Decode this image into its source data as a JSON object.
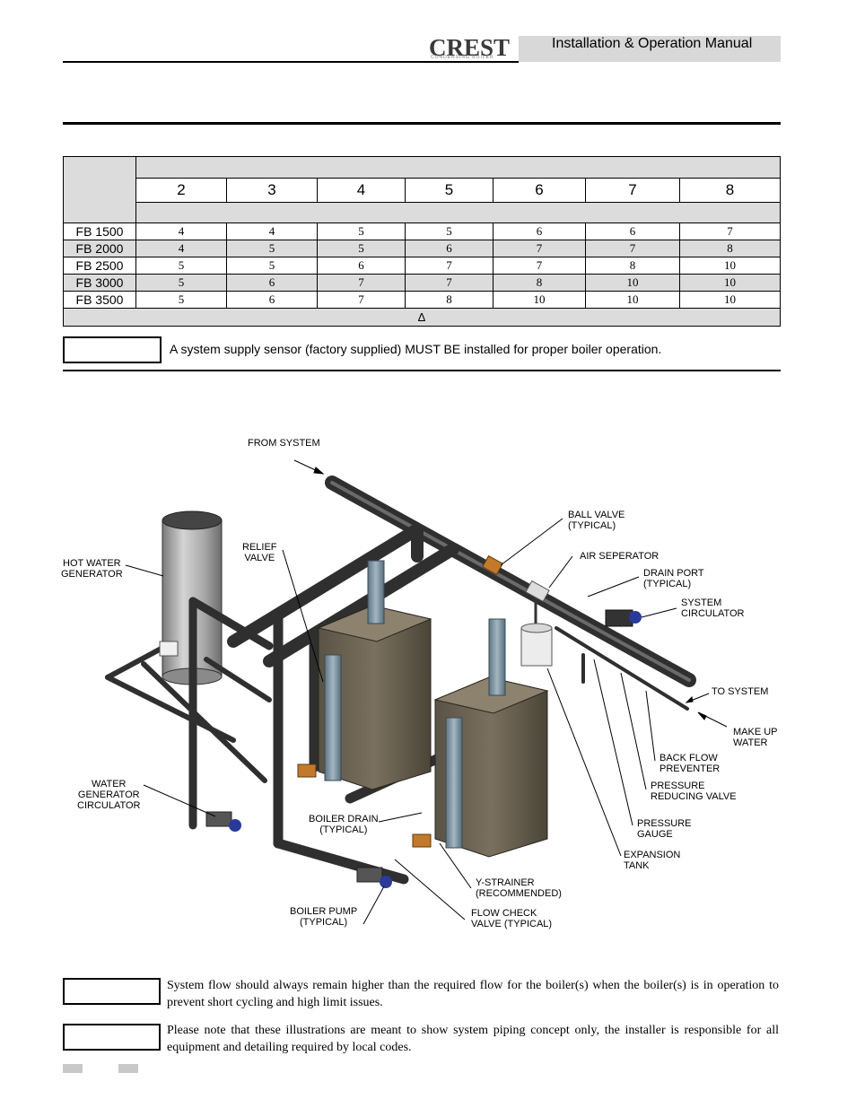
{
  "header": {
    "logo_text": "CREST",
    "logo_tagline": "CONDENSING BOILER",
    "manual_title": "Installation & Operation Manual"
  },
  "table": {
    "columns": [
      "2",
      "3",
      "4",
      "5",
      "6",
      "7",
      "8"
    ],
    "rows": [
      {
        "model": "FB 1500",
        "values": [
          "4",
          "4",
          "5",
          "5",
          "6",
          "6",
          "7"
        ]
      },
      {
        "model": "FB 2000",
        "values": [
          "4",
          "5",
          "5",
          "6",
          "7",
          "7",
          "8"
        ]
      },
      {
        "model": "FB 2500",
        "values": [
          "5",
          "5",
          "6",
          "7",
          "7",
          "8",
          "10"
        ]
      },
      {
        "model": "FB 3000",
        "values": [
          "5",
          "6",
          "7",
          "7",
          "8",
          "10",
          "10"
        ]
      },
      {
        "model": "FB 3500",
        "values": [
          "5",
          "6",
          "7",
          "8",
          "10",
          "10",
          "10"
        ]
      }
    ],
    "footer_symbol": "Δ"
  },
  "note_sensor": "A system supply sensor (factory supplied) MUST BE installed for proper boiler operation.",
  "diagram": {
    "labels": {
      "from_system": "FROM SYSTEM",
      "ball_valve": "BALL VALVE\n(TYPICAL)",
      "air_separator": "AIR SEPERATOR",
      "drain_port": "DRAIN PORT\n(TYPICAL)",
      "system_circulator": "SYSTEM\nCIRCULATOR",
      "to_system": "TO SYSTEM",
      "make_up_water": "MAKE UP\nWATER",
      "back_flow_preventer": "BACK FLOW\nPREVENTER",
      "pressure_reducing_valve": "PRESSURE\nREDUCING VALVE",
      "pressure_gauge": "PRESSURE\nGAUGE",
      "expansion_tank": "EXPANSION\nTANK",
      "y_strainer": "Y-STRAINER\n(RECOMMENDED)",
      "flow_check_valve": "FLOW CHECK\nVALVE (TYPICAL)",
      "boiler_pump": "BOILER PUMP\n(TYPICAL)",
      "boiler_drain": "BOILER DRAIN\n(TYPICAL)",
      "water_generator_circulator": "WATER\nGENERATOR\nCIRCULATOR",
      "hot_water_generator": "HOT WATER\nGENERATOR",
      "relief_valve": "RELIEF\nVALVE"
    }
  },
  "notes": [
    "System flow should always remain higher than the required flow for the boiler(s) when the boiler(s) is in operation to prevent short cycling and high limit issues.",
    "Please note that these illustrations are meant to show system piping concept only, the installer is responsible for all equipment and detailing required by local codes."
  ]
}
